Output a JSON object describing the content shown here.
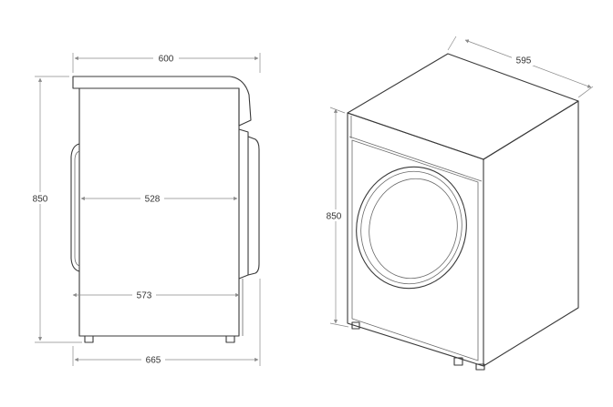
{
  "colors": {
    "line": "#3a3a3a",
    "dimension": "#8a8a8a",
    "text": "#333333",
    "background": "#ffffff"
  },
  "side_view": {
    "top_width": "600",
    "height": "850",
    "depth_inner": "528",
    "depth_mid": "573",
    "depth_total": "665"
  },
  "iso_view": {
    "width": "595",
    "height": "850"
  }
}
